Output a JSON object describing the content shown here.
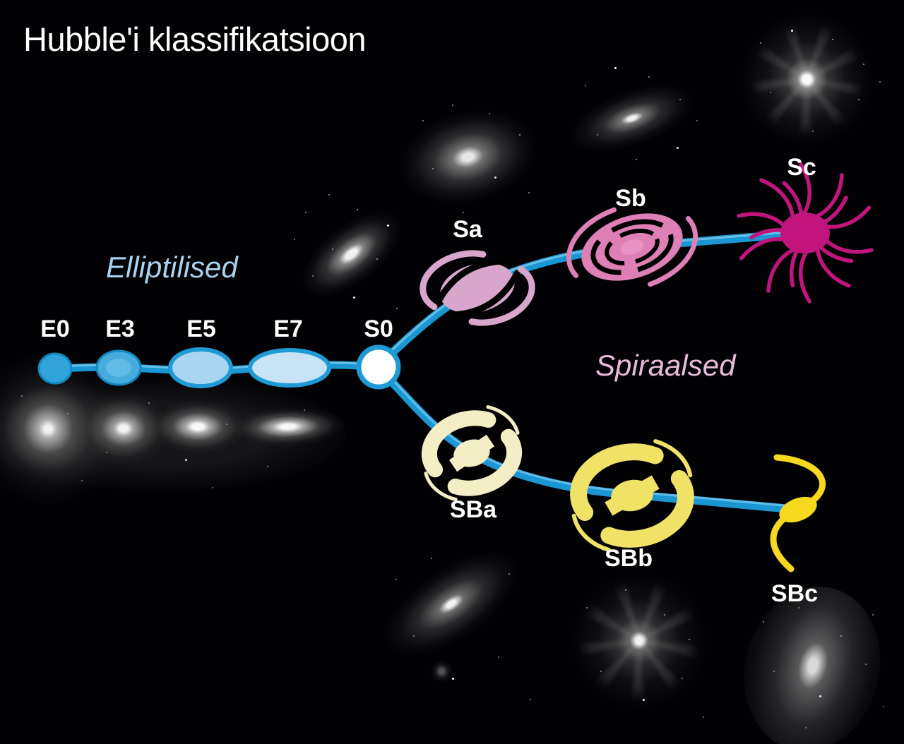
{
  "title": "Hubble'i klassifikatsioon",
  "groups": {
    "elliptical": {
      "label": "Elliptilised",
      "color": "#a9d2ee"
    },
    "spiral": {
      "label": "Spiraalsed",
      "color": "#e9badb"
    }
  },
  "fork": {
    "line_color": "#1a96d2",
    "junction_node": "S0"
  },
  "nodes": {
    "E0": {
      "label": "E0",
      "group": "elliptical",
      "icon": "round-blue-ellipse",
      "color": "#2fa3da"
    },
    "E3": {
      "label": "E3",
      "group": "elliptical",
      "icon": "blue-ellipse",
      "color": "#46abdd"
    },
    "E5": {
      "label": "E5",
      "group": "elliptical",
      "icon": "flattened-light-blue-ellipse",
      "color": "#a8d6f0"
    },
    "E7": {
      "label": "E7",
      "group": "elliptical",
      "icon": "flattest-pale-blue-ellipse",
      "color": "#c8e3f6"
    },
    "S0": {
      "label": "S0",
      "group": "lenticular",
      "icon": "white-disk",
      "color": "#ffffff"
    },
    "Sa": {
      "label": "Sa",
      "group": "spiral",
      "icon": "tight-pink-spiral",
      "color": "#d9a6cb"
    },
    "Sb": {
      "label": "Sb",
      "group": "spiral",
      "icon": "ringed-pink-spiral",
      "color": "#de7fb5"
    },
    "Sc": {
      "label": "Sc",
      "group": "spiral",
      "icon": "open-magenta-pinwheel",
      "color": "#c1157d"
    },
    "SBa": {
      "label": "SBa",
      "group": "barred-spiral",
      "icon": "cream-barred-spiral",
      "color": "#f3eec6"
    },
    "SBb": {
      "label": "SBb",
      "group": "barred-spiral",
      "icon": "yellow-barred-spiral",
      "color": "#f0e167"
    },
    "SBc": {
      "label": "SBc",
      "group": "barred-spiral",
      "icon": "yellow-s-curve",
      "color": "#f6d81e"
    }
  }
}
